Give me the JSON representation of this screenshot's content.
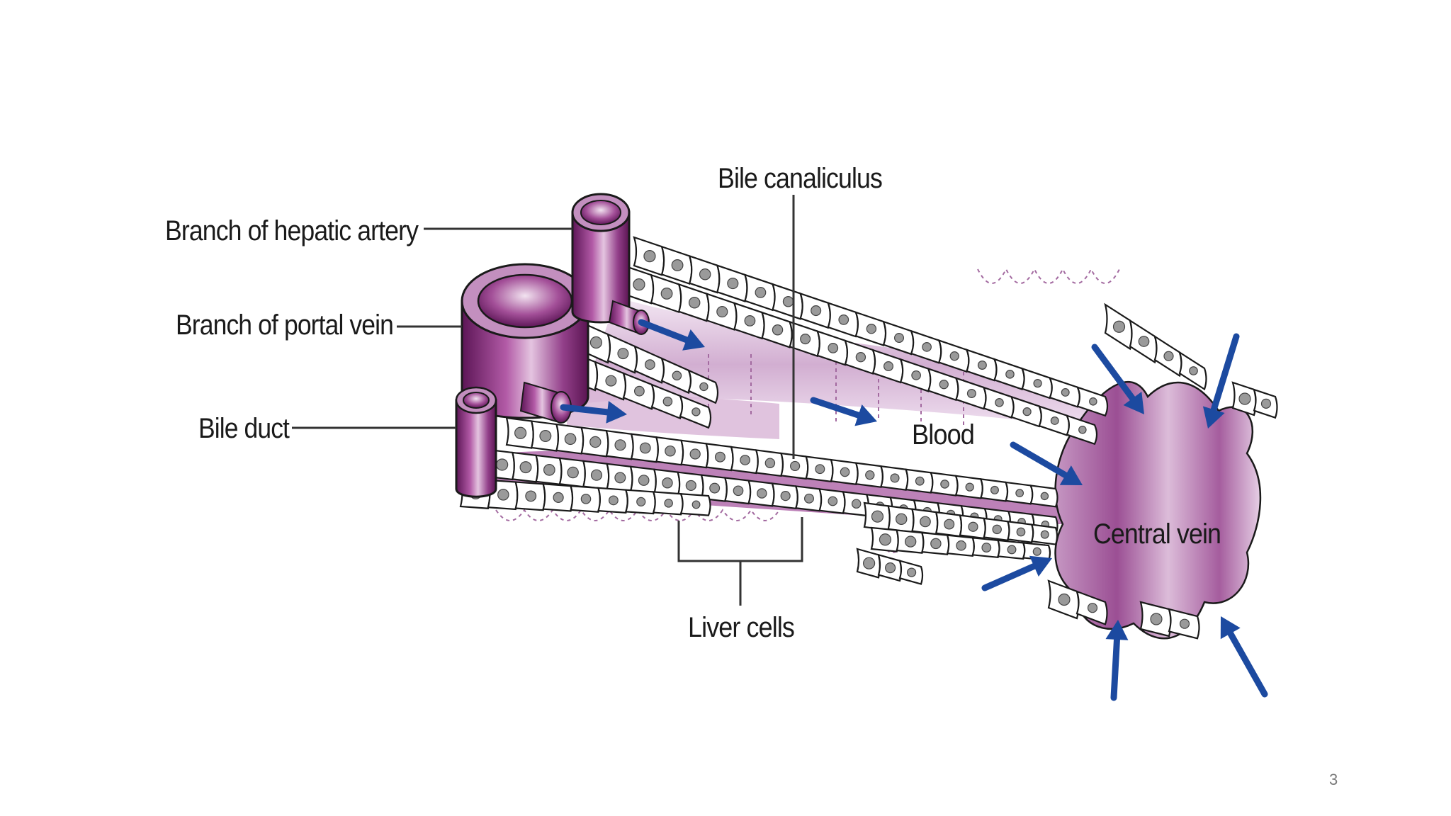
{
  "diagram": {
    "labels": {
      "hepatic_artery": "Branch of hepatic artery",
      "portal_vein": "Branch of portal vein",
      "bile_duct": "Bile duct",
      "bile_canaliculus": "Bile canaliculus",
      "blood": "Blood",
      "central_vein": "Central vein",
      "liver_cells": "Liver cells"
    },
    "colors": {
      "vessel_purple": "#8a2b7e",
      "sinusoid_lavender": "#d9b8d9",
      "flow_arrow_blue": "#1c4aa0"
    },
    "icons": {
      "flow": "arrow-icon",
      "nucleus": "nucleus-dot"
    }
  },
  "slide": {
    "page_number": "3"
  }
}
